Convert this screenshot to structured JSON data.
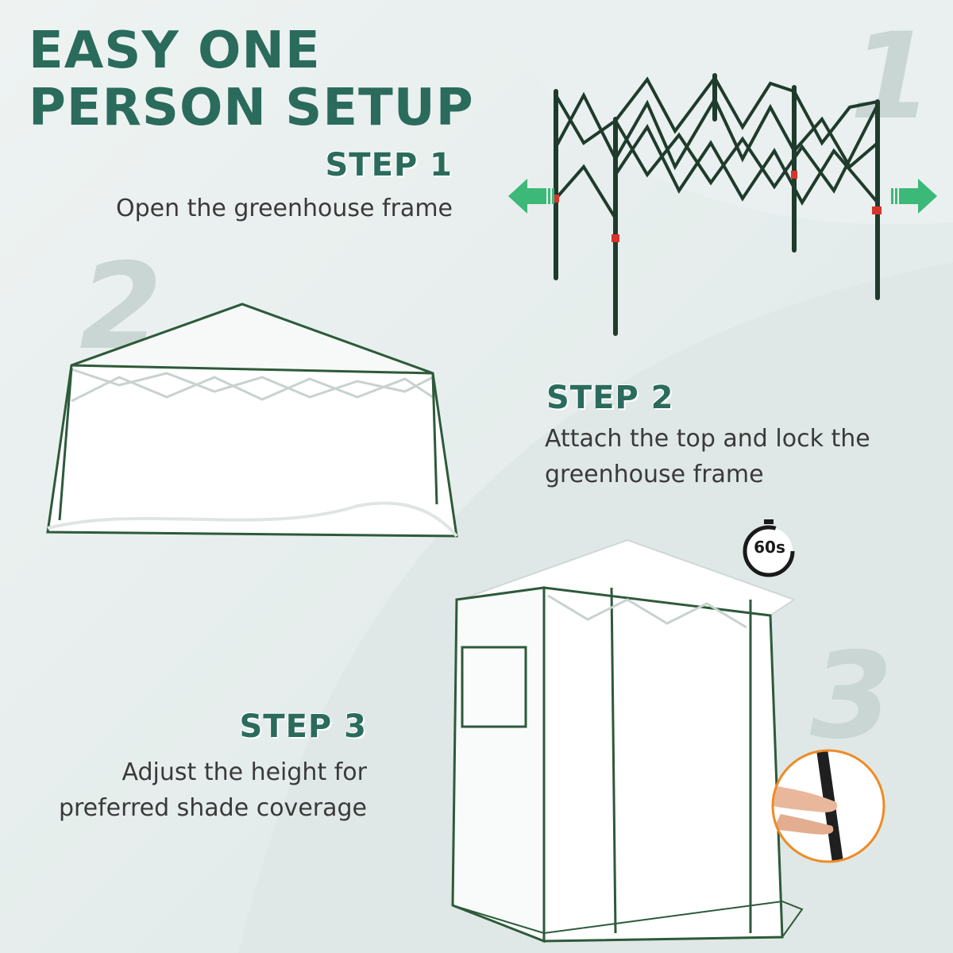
{
  "title": "EASY ONE PERSON SETUP",
  "steps": [
    {
      "number": "1",
      "heading": "STEP 1",
      "description": "Open the greenhouse frame"
    },
    {
      "number": "2",
      "heading": "STEP 2",
      "description": "Attach the top and lock the greenhouse frame"
    },
    {
      "number": "3",
      "heading": "STEP 3",
      "description": "Adjust the height for preferred shade coverage"
    }
  ],
  "timer": {
    "label": "60s"
  },
  "colors": {
    "accent": "#2a6b5c",
    "arrow": "#3cb878",
    "frame": "#1f3b2c",
    "orange": "#f08a24"
  }
}
